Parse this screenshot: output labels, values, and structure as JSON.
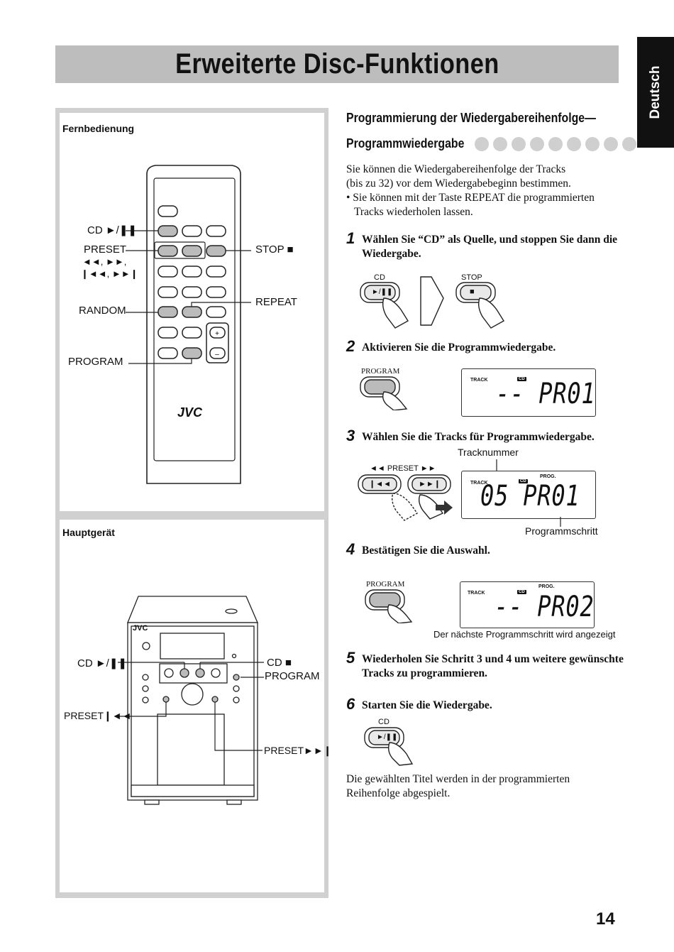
{
  "title": "Erweiterte Disc-Funktionen",
  "language_tab": "Deutsch",
  "page_number": "14",
  "left": {
    "remote": {
      "title": "Fernbedienung",
      "labels": {
        "cd_play": "CD ►/❚❚",
        "preset": "PRESET",
        "preset_arrows1": "◄◄, ►►,",
        "preset_arrows2": "❙◄◄, ►►❙",
        "random": "RANDOM",
        "program": "PROGRAM",
        "stop": "STOP ■",
        "repeat": "REPEAT",
        "brand": "JVC"
      }
    },
    "main_unit": {
      "title": "Hauptgerät",
      "labels": {
        "cd_play": "CD ►/❚❚",
        "preset_prev": "PRESET❙◄◄",
        "cd_stop": "CD ■",
        "program": "PROGRAM",
        "preset_next": "PRESET►►❙",
        "brand": "JVC"
      }
    }
  },
  "right": {
    "heading_line1": "Programmierung der Wiedergabereihenfolge—",
    "heading_line2": "Programmwiedergabe",
    "intro_line1": "Sie können die Wiedergabereihenfolge der Tracks",
    "intro_line2": "(bis zu 32) vor dem Wiedergabebeginn bestimmen.",
    "bullet_line1": "• Sie können mit der Taste REPEAT die programmierten",
    "bullet_line2": "Tracks wiederholen lassen.",
    "steps": [
      {
        "num": "1",
        "text": "Wählen Sie “CD” als Quelle, und stoppen Sie dann die Wiedergabe."
      },
      {
        "num": "2",
        "text": "Aktivieren Sie die Programmwiedergabe."
      },
      {
        "num": "3",
        "text": "Wählen Sie die Tracks für Programmwiedergabe."
      },
      {
        "num": "4",
        "text": "Bestätigen Sie die Auswahl."
      },
      {
        "num": "5",
        "text": "Wiederholen Sie Schritt 3 und 4 um weitere gewünschte Tracks zu programmieren."
      },
      {
        "num": "6",
        "text": "Starten Sie die Wiedergabe."
      }
    ],
    "fig1": {
      "cd": "CD",
      "stop": "STOP",
      "cd_btn": "►/❚❚",
      "stop_btn": "■"
    },
    "fig2": {
      "program": "PROGRAM",
      "track": "TRACK",
      "cd": "CD",
      "display": "-- PR01"
    },
    "fig3": {
      "tracknummer": "Tracknummer",
      "preset": "◄◄ PRESET ►►",
      "prev_btn": "❙◄◄",
      "next_btn": "►►❙",
      "track": "TRACK",
      "cd": "CD",
      "prog": "PROG.",
      "display": "05 PR01",
      "programmschritt": "Programmschritt"
    },
    "fig4": {
      "program": "PROGRAM",
      "track": "TRACK",
      "cd": "CD",
      "prog": "PROG.",
      "display": "-- PR02",
      "caption": "Der nächste Programmschritt wird angezeigt"
    },
    "fig6": {
      "cd": "CD",
      "cd_btn": "►/❚❚"
    },
    "outro_line1": "Die gewählten Titel werden in der programmierten",
    "outro_line2": "Reihenfolge abgespielt."
  }
}
